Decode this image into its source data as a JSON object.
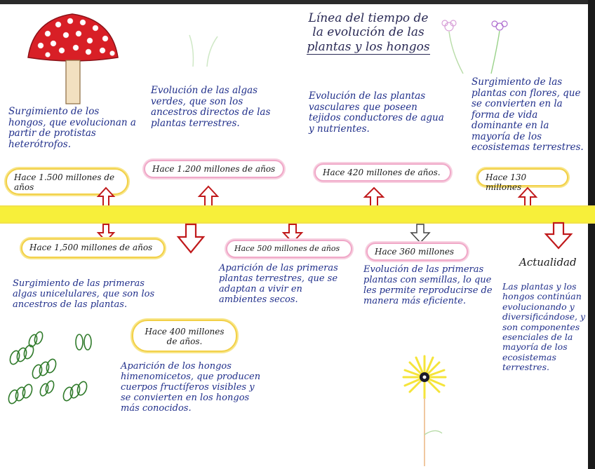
{
  "title": {
    "line1": "Línea del tiempo de",
    "line2": "la evolución de las",
    "line3": "plantas y los hongos"
  },
  "top_events": [
    {
      "date": "Hace 1.500 millones de años",
      "text": "Surgimiento de los hongos, que evolucionan a partir de protistas heterótrofos."
    },
    {
      "date": "Hace 1.200 millones de años",
      "text": "Evolución de las algas verdes, que son los ancestros directos de las plantas terrestres."
    },
    {
      "date": "Hace 420 millones de años.",
      "text": "Evolución de las plantas vasculares que poseen tejidos conductores de agua y nutrientes."
    },
    {
      "date": "Hace 130 millones",
      "text": "Surgimiento de las plantas con flores, que se convierten en la forma de vida dominante en la mayoría de los ecosistemas terrestres."
    }
  ],
  "bottom_events": [
    {
      "date": "Hace 1,500 millones de años",
      "text": "Surgimiento de las primeras algas unicelulares, que son los ancestros de las plantas."
    },
    {
      "date": "Hace 400 millones de años.",
      "text": "Aparición de los hongos himenomicetos, que producen cuerpos fructíferos visibles y se convierten en los hongos más conocidos."
    },
    {
      "date": "Hace 500 millones de años",
      "text": "Aparición de las primeras plantas terrestres, que se adaptan a vivir en ambientes secos."
    },
    {
      "date": "Hace 360 millones",
      "text": "Evolución de las primeras plantas con semillas, lo que les permite reproducirse de manera más eficiente."
    },
    {
      "date": "Actualidad",
      "text": "Las plantas y los hongos continúan evolucionando y diversificándose, y son componentes esenciales de la mayoría de los ecosistemas terrestres."
    }
  ],
  "colors": {
    "ink": "#1f2e8a",
    "timeline": "#f7ef3a",
    "arrow": "#c0191b",
    "mushroom_cap": "#d81f26",
    "cloud_pink": "#f0a8c8",
    "cloud_yellow": "#f2d048",
    "algae": "#2f7a2a",
    "flower": "#f5e43a"
  },
  "icons": [
    "mushroom-icon",
    "algae-cells-icon",
    "sunflower-icon",
    "sprouts-icon"
  ]
}
